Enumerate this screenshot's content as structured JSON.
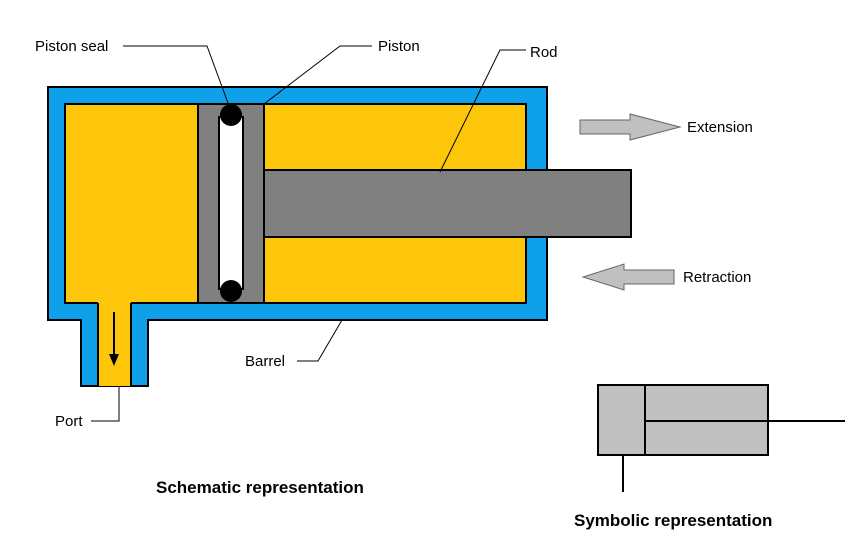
{
  "labels": {
    "piston_seal": "Piston seal",
    "piston": "Piston",
    "rod": "Rod",
    "extension": "Extension",
    "retraction": "Retraction",
    "barrel": "Barrel",
    "port": "Port"
  },
  "captions": {
    "schematic": "Schematic representation",
    "symbolic": "Symbolic representation"
  },
  "colors": {
    "barrel": "#0ea0e8",
    "fluid": "#fec60b",
    "piston": "#808080",
    "rod": "#808080",
    "seal": "#000000",
    "arrow": "#c0c0c0",
    "symbol_body": "#c0c0c0",
    "outline": "#000000"
  }
}
